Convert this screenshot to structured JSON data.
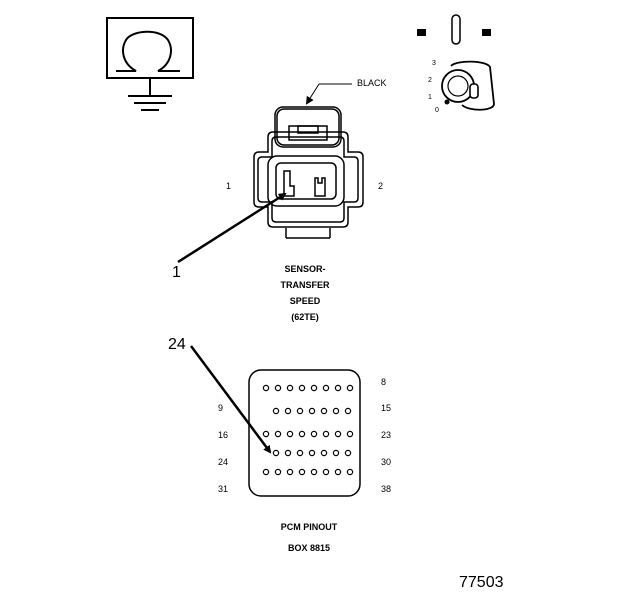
{
  "callouts": {
    "sensor_callout": "1",
    "pcm_callout": "24"
  },
  "sensor": {
    "wire_color": "BLACK",
    "pin_left": "1",
    "pin_right": "2",
    "caption_line1": "SENSOR-",
    "caption_line2": "TRANSFER",
    "caption_line3": "SPEED",
    "caption_line4": "(62TE)"
  },
  "ignition": {
    "positions": [
      "3",
      "2",
      "1",
      "0"
    ]
  },
  "pcm": {
    "row_labels_left": [
      "9",
      "16",
      "24",
      "31"
    ],
    "row_labels_right": [
      "8",
      "15",
      "23",
      "30",
      "38"
    ],
    "pin_counts": [
      8,
      7,
      8,
      7,
      8
    ],
    "caption_line1": "PCM PINOUT",
    "caption_line2": "BOX 8815"
  },
  "figure_number": "77503",
  "symbols": {
    "meter_icon": "ohmmeter-icon",
    "ground_icon": "ground-icon",
    "key_icon": "ignition-key-icon"
  }
}
